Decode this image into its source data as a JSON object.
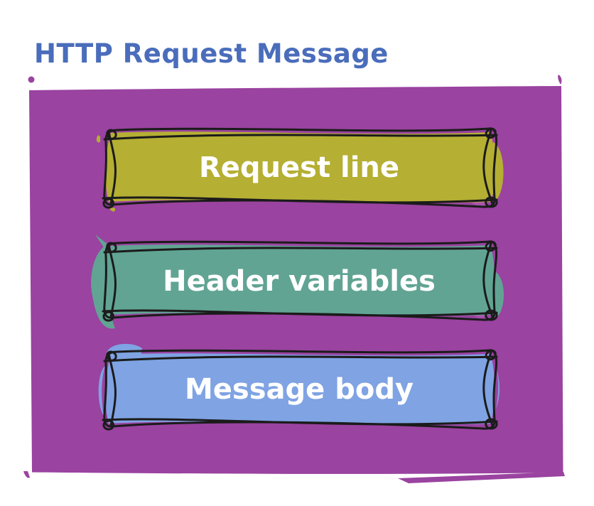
{
  "title": "HTTP Request Message",
  "colors": {
    "title_text": "#4a6dbb",
    "panel": "#9a43a0",
    "accent_magenta": "#a855aa",
    "accent_dark_purple": "#8a3d92",
    "outline": "#1b1b1b",
    "label_text": "#ffffff"
  },
  "bars": [
    {
      "id": "request-line",
      "label": "Request line",
      "color": "#b5af33"
    },
    {
      "id": "header-variables",
      "label": "Header variables",
      "color": "#61a493"
    },
    {
      "id": "message-body",
      "label": "Message body",
      "color": "#7fa3e3"
    }
  ]
}
